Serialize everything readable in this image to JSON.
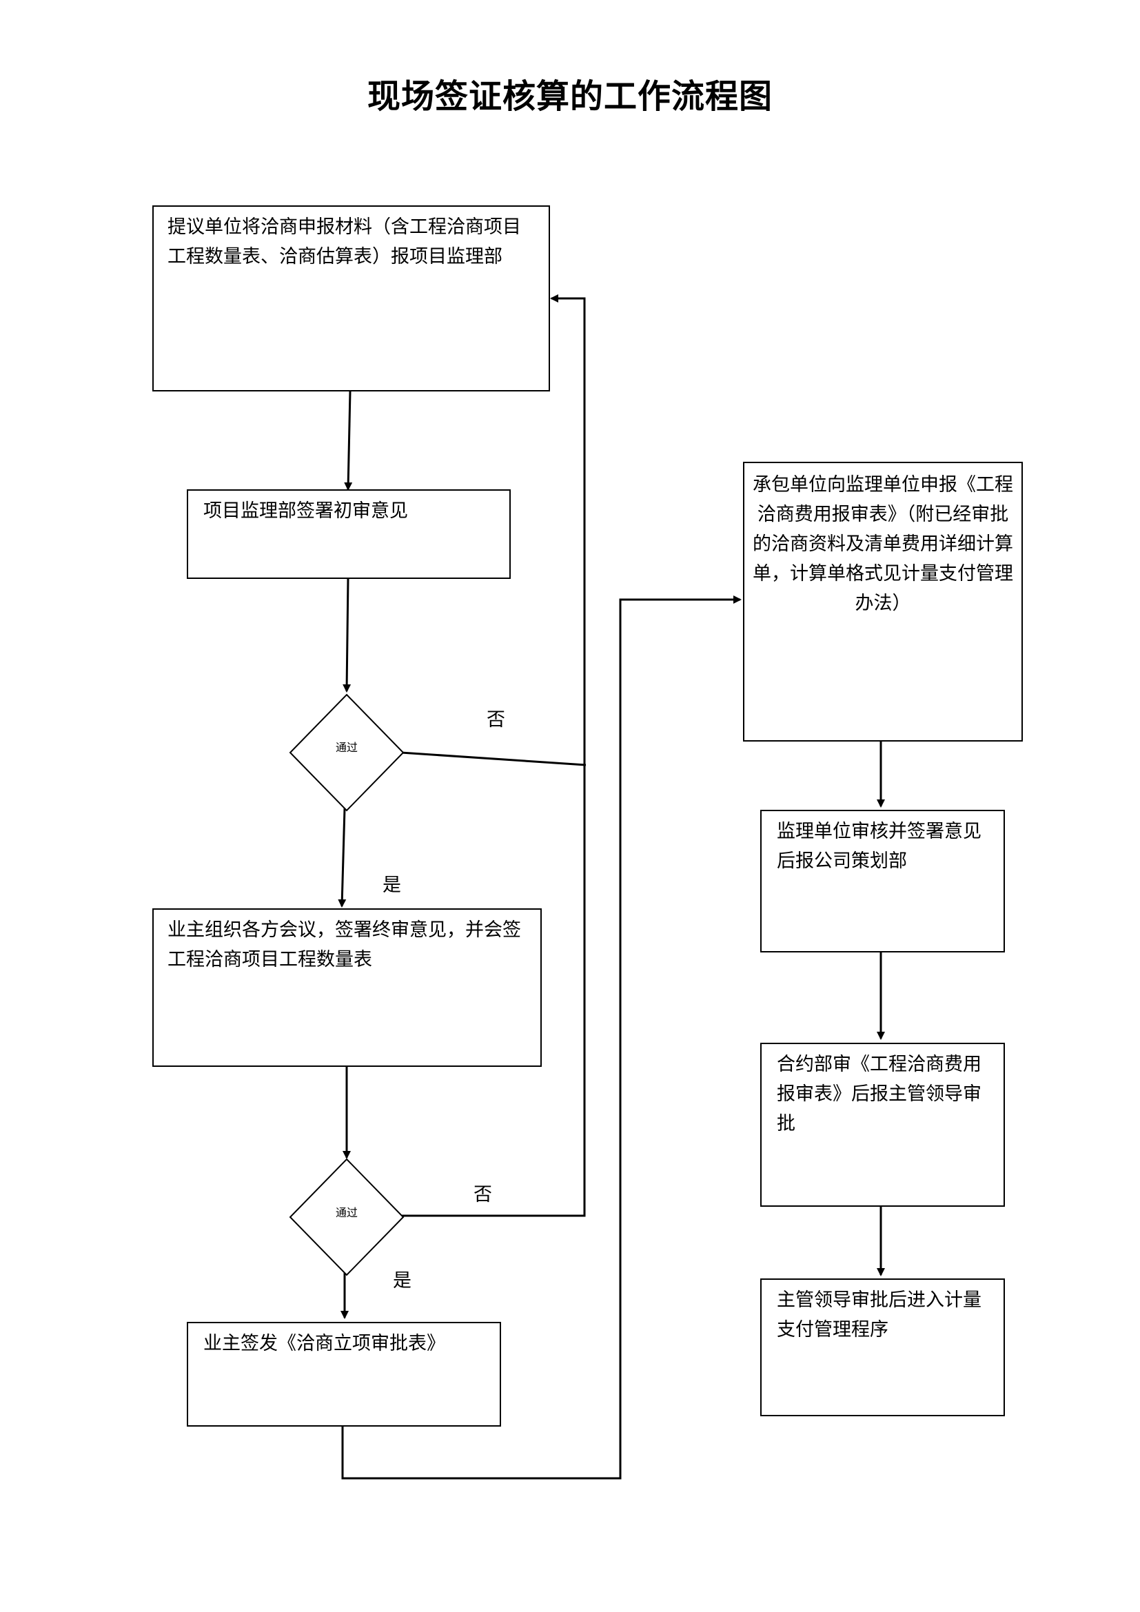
{
  "title": "现场签证核算的工作流程图",
  "nodes": {
    "n1": "提议单位将洽商申报材料（含工程洽商项目工程数量表、洽商估算表）报项目监理部",
    "n2": "项目监理部签署初审意见",
    "d1": "通过",
    "n3": "业主组织各方会议，签署终审意见，并会签工程洽商项目工程数量表",
    "d2": "通过",
    "n4": "业主签发《洽商立项审批表》",
    "r1": "承包单位向监理单位申报《工程洽商费用报审表》（附已经审批的洽商资料及清单费用详细计算单，计算单格式见计量支付管理办法）",
    "r2": "监理单位审核并签署意见后报公司策划部",
    "r3": "合约部审《工程洽商费用报审表》后报主管领导审批",
    "r4": "主管领导审批后进入计量支付管理程序"
  },
  "edge_labels": {
    "d1_no": "否",
    "d1_yes": "是",
    "d2_no": "否",
    "d2_yes": "是"
  },
  "colors": {
    "line": "#000000",
    "background": "#ffffff"
  }
}
